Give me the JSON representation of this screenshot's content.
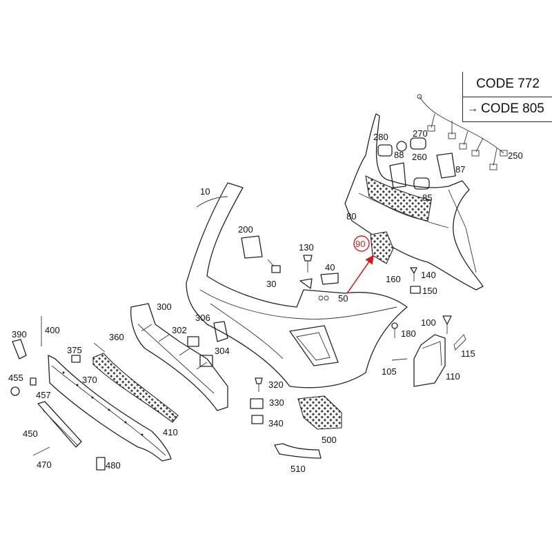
{
  "code_box": {
    "row1": "CODE 772",
    "row2_arrow": "→",
    "row2": "CODE 805"
  },
  "labels": {
    "p10": "10",
    "p30": "30",
    "p40": "40",
    "p50": "50",
    "p80": "80",
    "p85": "85",
    "p87": "87",
    "p88": "88",
    "p90": "90",
    "p100": "100",
    "p105": "105",
    "p110": "110",
    "p115": "115",
    "p130": "130",
    "p140": "140",
    "p150": "150",
    "p160": "160",
    "p180": "180",
    "p200": "200",
    "p250": "250",
    "p260": "260",
    "p270": "270",
    "p280": "280",
    "p300": "300",
    "p302": "302",
    "p304": "304",
    "p306": "306",
    "p320": "320",
    "p330": "330",
    "p340": "340",
    "p360": "360",
    "p370": "370",
    "p375": "375",
    "p390": "390",
    "p400": "400",
    "p410": "410",
    "p450": "450",
    "p455": "455",
    "p457": "457",
    "p470": "470",
    "p480": "480",
    "p500": "500",
    "p510": "510"
  },
  "colors": {
    "highlight": "#cc1f1f",
    "line": "#222222"
  }
}
